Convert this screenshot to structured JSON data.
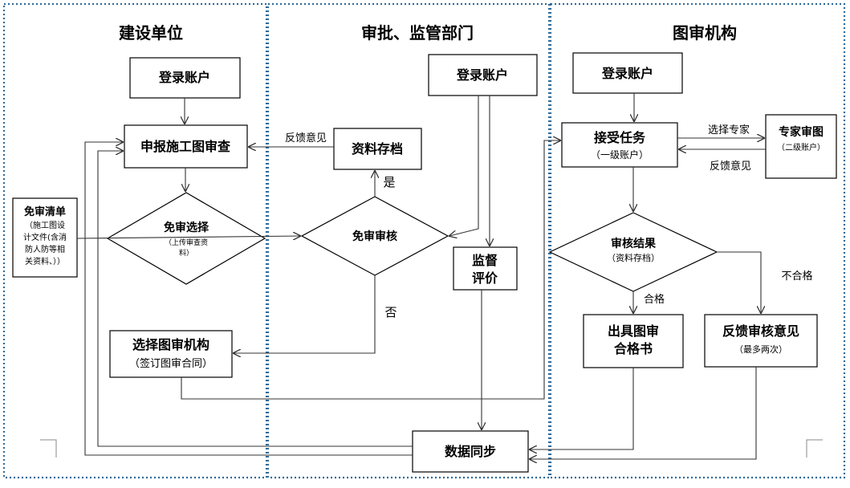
{
  "lanes": {
    "builder": "建设单位",
    "regulator": "审批、监管部门",
    "review_agency": "图审机构"
  },
  "nodes": {
    "b_login": "登录账户",
    "submit": "申报施工图审查",
    "exempt_list_lines": [
      "免审清单",
      "（施工图设",
      "计文件(含消",
      "防人防等相",
      "关资料、））"
    ],
    "exempt_choice": "免审选择",
    "exempt_choice_sub_lines": [
      "（上传审查资",
      "料）"
    ],
    "choose_agency": "选择图审机构",
    "choose_agency_sub": "（签订图审合同）",
    "r_login": "登录账户",
    "archive": "资料存档",
    "exempt_review": "免审审核",
    "supervise_lines": [
      "监督",
      "评价"
    ],
    "data_sync": "数据同步",
    "a_login": "登录账户",
    "accept_task": "接受任务",
    "accept_task_sub": "（一级账户）",
    "expert_review": "专家审图",
    "expert_review_sub": "（二级账户）",
    "review_result": "审核结果",
    "review_result_sub": "（资料存档）",
    "issue_cert_lines": [
      "出具图审",
      "合格书"
    ],
    "feedback_opinion": "反馈审核意见",
    "feedback_opinion_sub": "（最多两次）"
  },
  "edges": {
    "feedback": "反馈意见",
    "yes": "是",
    "no": "否",
    "select_expert": "选择专家",
    "feedback_back": "反馈意见",
    "pass": "合格",
    "fail": "不合格"
  }
}
